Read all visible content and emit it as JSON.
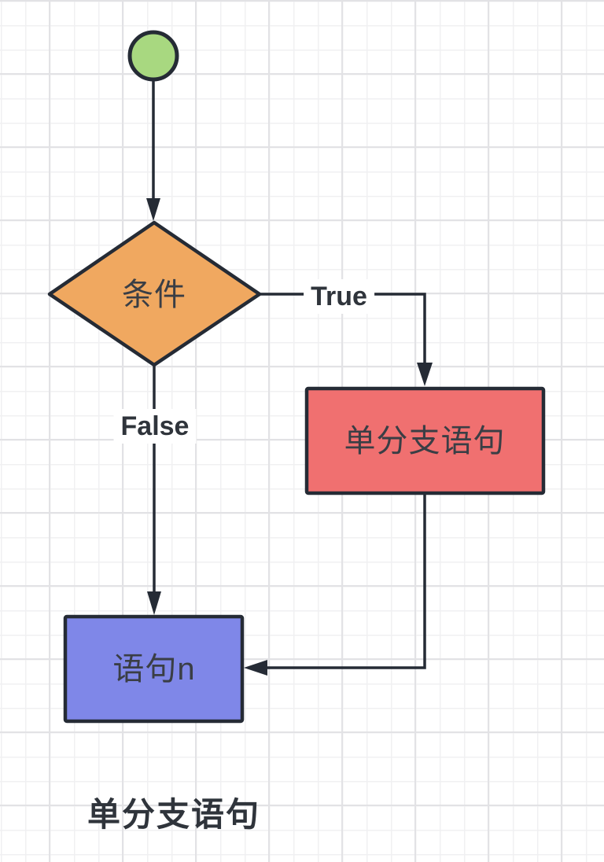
{
  "diagram": {
    "caption": "单分支语句",
    "nodes": {
      "start": {
        "fill": "#a8d880"
      },
      "condition": {
        "label": "条件",
        "fill": "#f0a860"
      },
      "branch_true": {
        "label": "单分支语句",
        "fill": "#f07070"
      },
      "statement": {
        "label": "语句n",
        "fill": "#7f87e8"
      }
    },
    "edges": {
      "true_label": "True",
      "false_label": "False"
    },
    "colors": {
      "stroke": "#252b35",
      "node_text": "#3a3e45",
      "edge_label_text": "#2f343b",
      "background": "#ffffff",
      "grid_minor": "#f0f0f2",
      "grid_major": "#e2e2e5"
    }
  }
}
